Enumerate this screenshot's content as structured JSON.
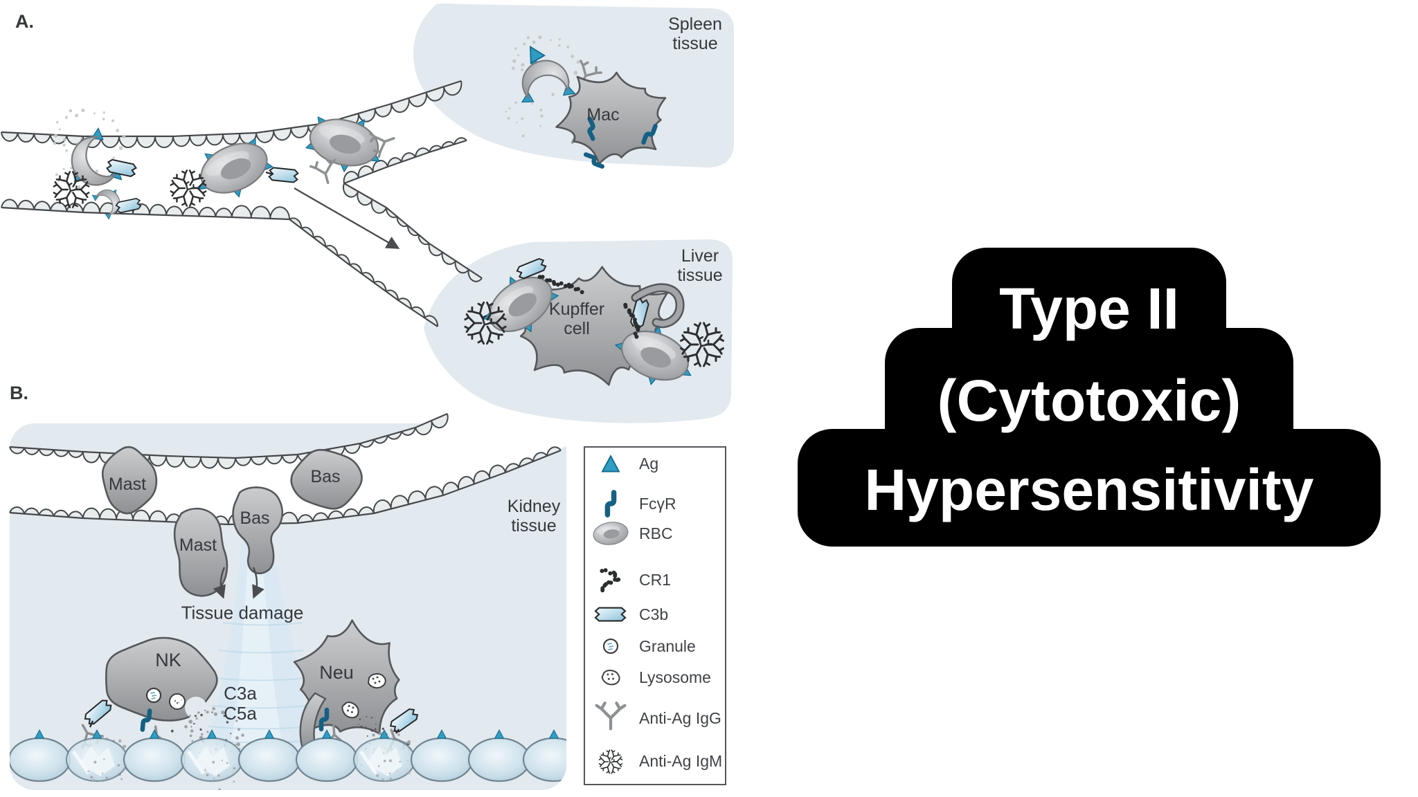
{
  "figure": {
    "panel_a_label": "A.",
    "panel_b_label": "B.",
    "regions": {
      "spleen": "Spleen\ntissue",
      "liver": "Liver\ntissue",
      "kidney": "Kidney\ntissue"
    },
    "cells": {
      "mac": "Mac",
      "kupffer": "Kupffer\ncell",
      "mast_vessel": "Mast",
      "bas_vessel": "Bas",
      "bas_transmigrating": "Bas",
      "mast_transmigrating": "Mast",
      "nk": "NK",
      "neu": "Neu"
    },
    "annotations": {
      "tissue_damage": "Tissue damage",
      "anaphylatoxins": "C3a\nC5a"
    }
  },
  "legend": {
    "items": [
      {
        "icon": "ag-icon",
        "label": "Ag"
      },
      {
        "icon": "fcgr-icon",
        "label": "FcγR"
      },
      {
        "icon": "rbc-icon",
        "label": "RBC"
      },
      {
        "icon": "cr1-icon",
        "label": "CR1"
      },
      {
        "icon": "c3b-icon",
        "label": "C3b"
      },
      {
        "icon": "granule-icon",
        "label": "Granule"
      },
      {
        "icon": "lysosome-icon",
        "label": "Lysosome"
      },
      {
        "icon": "anti-ag-igg-icon",
        "label": "Anti-Ag IgG"
      },
      {
        "icon": "anti-ag-igm-icon",
        "label": "Anti-Ag IgM"
      }
    ]
  },
  "title": {
    "lines": [
      "Type II",
      "(Cytotoxic)",
      "Hypersensitivity"
    ],
    "text_color": "#ffffff",
    "bg_color": "#000000"
  },
  "colors": {
    "tissue_fill": "#e2e9ef",
    "stream_fill": "#d7e8f2",
    "antigen_blue": "#2f9ec2",
    "receptor_blue": "#156083",
    "c3b_blue": "#9fd0e6",
    "cell_gray": "#b4b6b9",
    "outline_gray": "#55575a",
    "label_text": "#35383c",
    "legend_border": "#54565a"
  }
}
